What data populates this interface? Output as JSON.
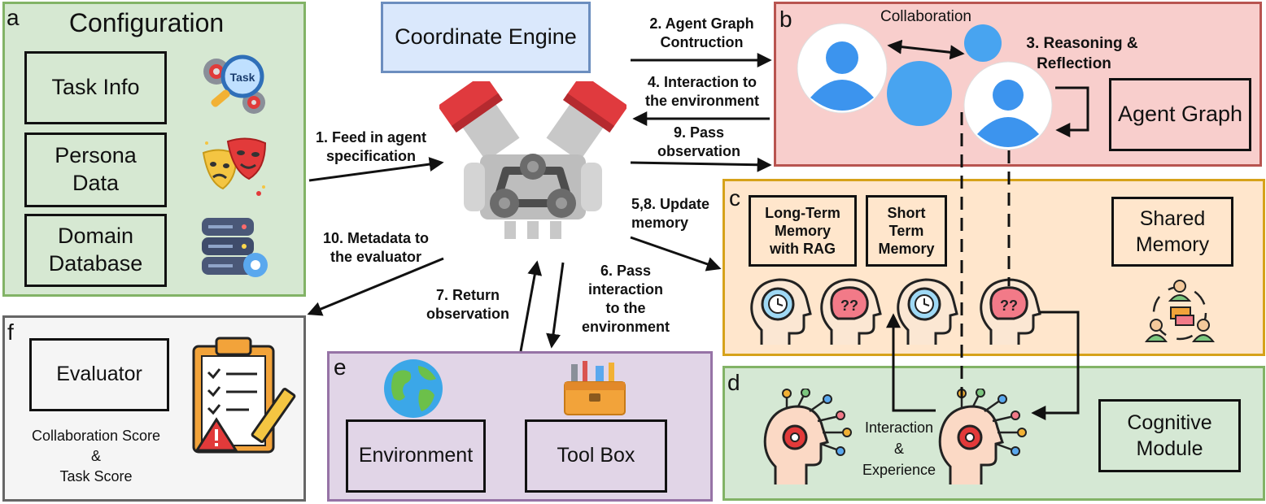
{
  "panels": {
    "a": {
      "letter": "a",
      "title": "Configuration",
      "items": [
        "Task Info",
        "Persona Data",
        "Domain Database"
      ],
      "icons": [
        "task-search-icon",
        "theater-masks-icon",
        "database-gear-icon"
      ],
      "icon_text": "Task"
    },
    "engine": {
      "title": "Coordinate Engine",
      "icon": "engine-icon"
    },
    "b": {
      "letter": "b",
      "collaboration": "Collaboration",
      "reasoning": [
        "3. Reasoning &",
        "Reflection"
      ],
      "box": "Agent Graph"
    },
    "c": {
      "letter": "c",
      "long_term": [
        "Long-Term",
        "Memory",
        "with RAG"
      ],
      "short_term": [
        "Short",
        "Term",
        "Memory"
      ],
      "shared": [
        "Shared",
        "Memory"
      ]
    },
    "d": {
      "letter": "d",
      "interaction": [
        "Interaction",
        "&",
        "Experience"
      ],
      "box": [
        "Cognitive",
        "Module"
      ]
    },
    "e": {
      "letter": "e",
      "environment": "Environment",
      "toolbox": "Tool Box"
    },
    "f": {
      "letter": "f",
      "evaluator": "Evaluator",
      "scores": [
        "Collaboration Score",
        "&",
        "Task Score"
      ]
    }
  },
  "steps": {
    "s1": [
      "1. Feed in agent",
      "specification"
    ],
    "s2": [
      "2. Agent Graph",
      "Contruction"
    ],
    "s4": [
      "4. Interaction to",
      "the environment"
    ],
    "s9": [
      "9. Pass",
      "observation"
    ],
    "s58": [
      "5,8. Update",
      "memory"
    ],
    "s10": [
      "10. Metadata to",
      "the evaluator"
    ],
    "s7": [
      "7. Return",
      "observation"
    ],
    "s6": [
      "6. Pass",
      "interaction",
      "to the",
      "environment"
    ]
  },
  "colors": {
    "config": "#d6e8d2",
    "config_border": "#82b366",
    "engine": "#dae8fc",
    "engine_border": "#6c8ebf",
    "agent": "#f8cecc",
    "agent_border": "#b85450",
    "memory": "#ffe6cc",
    "memory_border": "#d6a21a",
    "cognitive": "#d5e8d4",
    "cognitive_border": "#82b366",
    "env": "#e1d5e7",
    "env_border": "#9673a6",
    "eval": "#f5f5f5",
    "eval_border": "#666666",
    "avatar": "#3c94ee"
  }
}
